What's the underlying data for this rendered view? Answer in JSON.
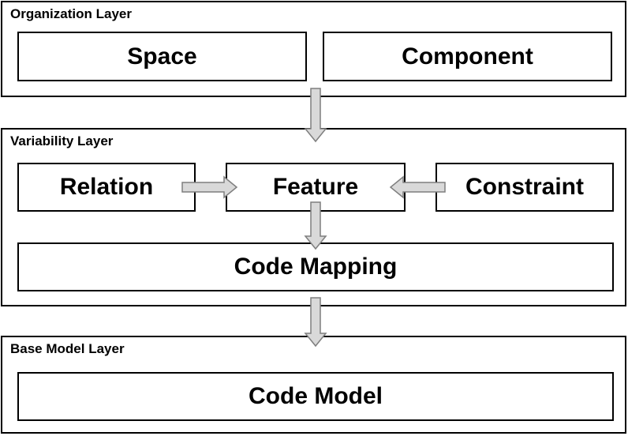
{
  "layers": {
    "organization": {
      "title": "Organization Layer",
      "boxes": {
        "space": "Space",
        "component": "Component"
      }
    },
    "variability": {
      "title": "Variability Layer",
      "boxes": {
        "relation": "Relation",
        "feature": "Feature",
        "constraint": "Constraint",
        "code_mapping": "Code Mapping"
      }
    },
    "base_model": {
      "title": "Base Model Layer",
      "boxes": {
        "code_model": "Code Model"
      }
    }
  },
  "colors": {
    "border": "#000000",
    "arrow_fill": "#d9d9d9",
    "arrow_stroke": "#7f7f7f",
    "background": "#ffffff"
  }
}
